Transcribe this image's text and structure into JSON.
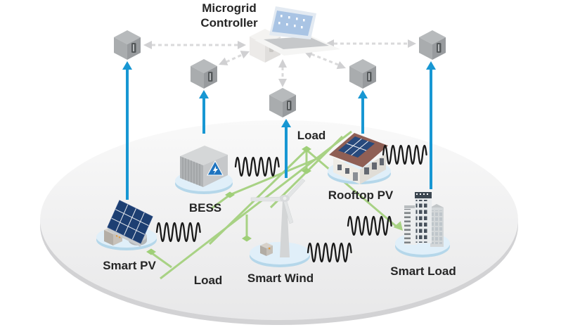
{
  "diagram_title": {
    "line1": "Microgrid",
    "line2": "Controller"
  },
  "labels": {
    "smart_pv": "Smart PV",
    "bess": "BESS",
    "load_bottom": "Load",
    "smart_wind": "Smart Wind",
    "rooftop_pv": "Rooftop PV",
    "smart_load": "Smart Load",
    "load_top": "Load"
  },
  "colors": {
    "arrow_blue": "#1797d3",
    "network_green": "#a8d284",
    "node_green": "#9fcf78",
    "ground_gray": "#ededee",
    "ground_rim": "#d2d2d4",
    "platform_blue": "#e0eff9",
    "platform_rim": "#b5d7ea",
    "dashed_link_gray": "#dadadb",
    "wave_black": "#1a1a1a",
    "solar_panel_navy": "#1d3f72",
    "roof_maroon": "#8f5f55",
    "laptop_screen_blue": "#a9c4e4"
  }
}
